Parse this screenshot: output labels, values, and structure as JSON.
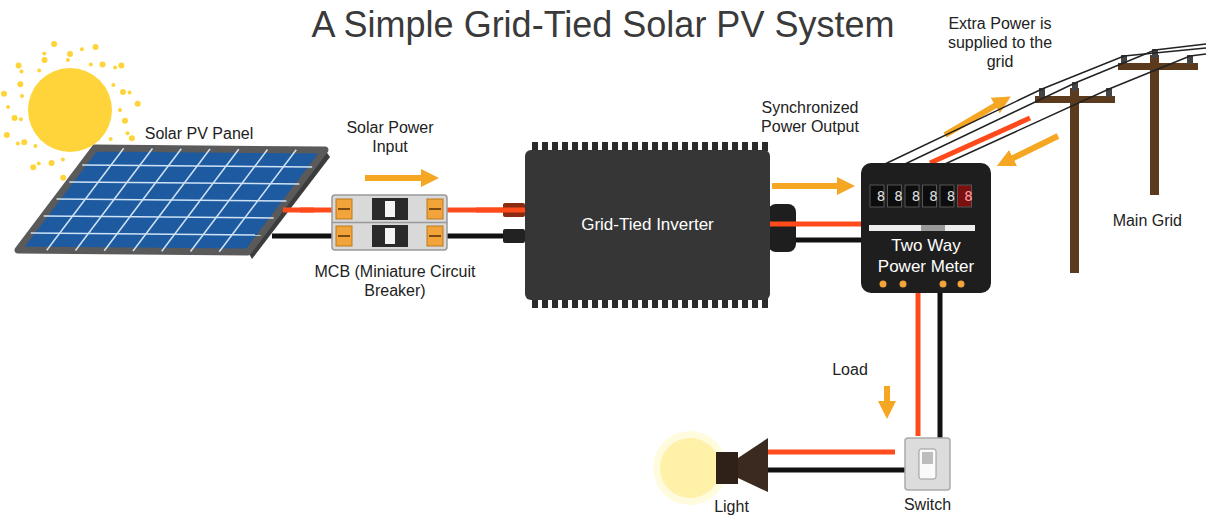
{
  "diagram": {
    "title": "A Simple Grid-Tied Solar PV System",
    "nodes": [
      {
        "text": [
          "Solar PV Panel"
        ]
      },
      {
        "text": [
          "MCB (Miniature Circuit Breaker)"
        ]
      },
      {
        "text": [
          "Grid-Tied Inverter"
        ]
      },
      {
        "text": [
          "Two Way Power Meter"
        ]
      },
      {
        "text": [
          "Main Grid"
        ]
      },
      {
        "text": [
          "Light"
        ]
      },
      {
        "text": [
          "Switch"
        ]
      }
    ],
    "edges": [
      {
        "from": 0,
        "to": 1,
        "arrow": "none"
      },
      {
        "from": 1,
        "to": 2,
        "arrow": "none"
      },
      {
        "from": 2,
        "to": 3,
        "arrow": "none"
      },
      {
        "from": 3,
        "to": 4,
        "arrow": "none"
      },
      {
        "from": 3,
        "to": 6,
        "arrow": "none"
      },
      {
        "from": 6,
        "to": 5,
        "arrow": "none"
      }
    ],
    "labels": [
      "Solar Power Input",
      "Synchronized Power Output",
      "Extra Power is supplied to the grid",
      "Load",
      "8",
      "8",
      "8",
      "8",
      "8",
      "8"
    ]
  }
}
